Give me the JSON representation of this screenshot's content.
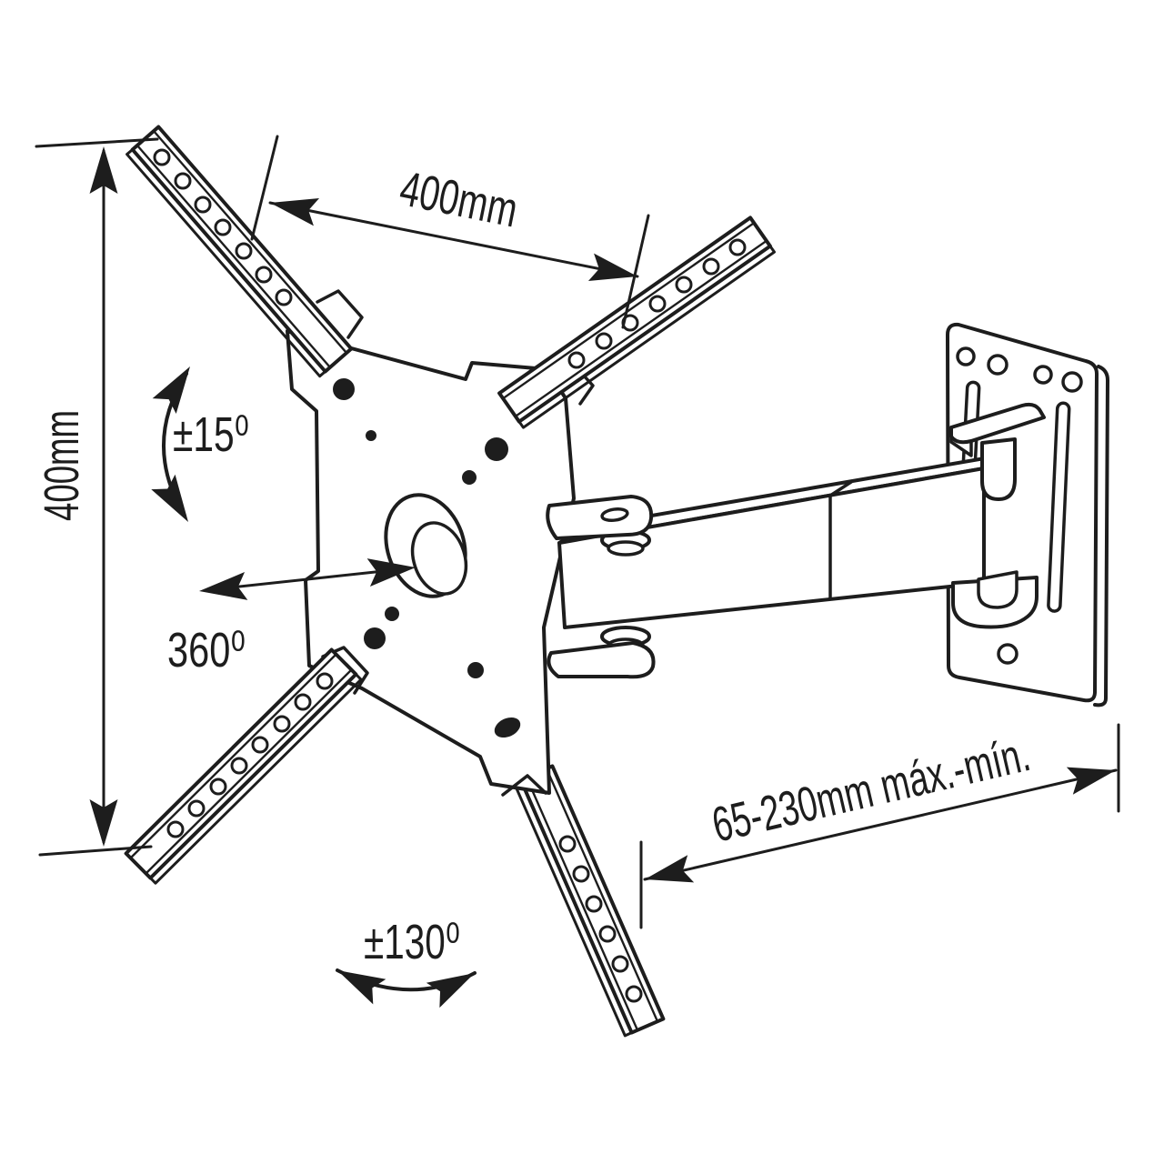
{
  "colors": {
    "ink": "#1d1d1d",
    "paper": "#ffffff"
  },
  "labels": {
    "vesa_width": "400mm",
    "vesa_height": "400mm",
    "tilt_range": "±15⁰",
    "swivel_plate": "360⁰",
    "arm_swing": "±130⁰",
    "extension_range": "65-230mm máx.-mín."
  }
}
